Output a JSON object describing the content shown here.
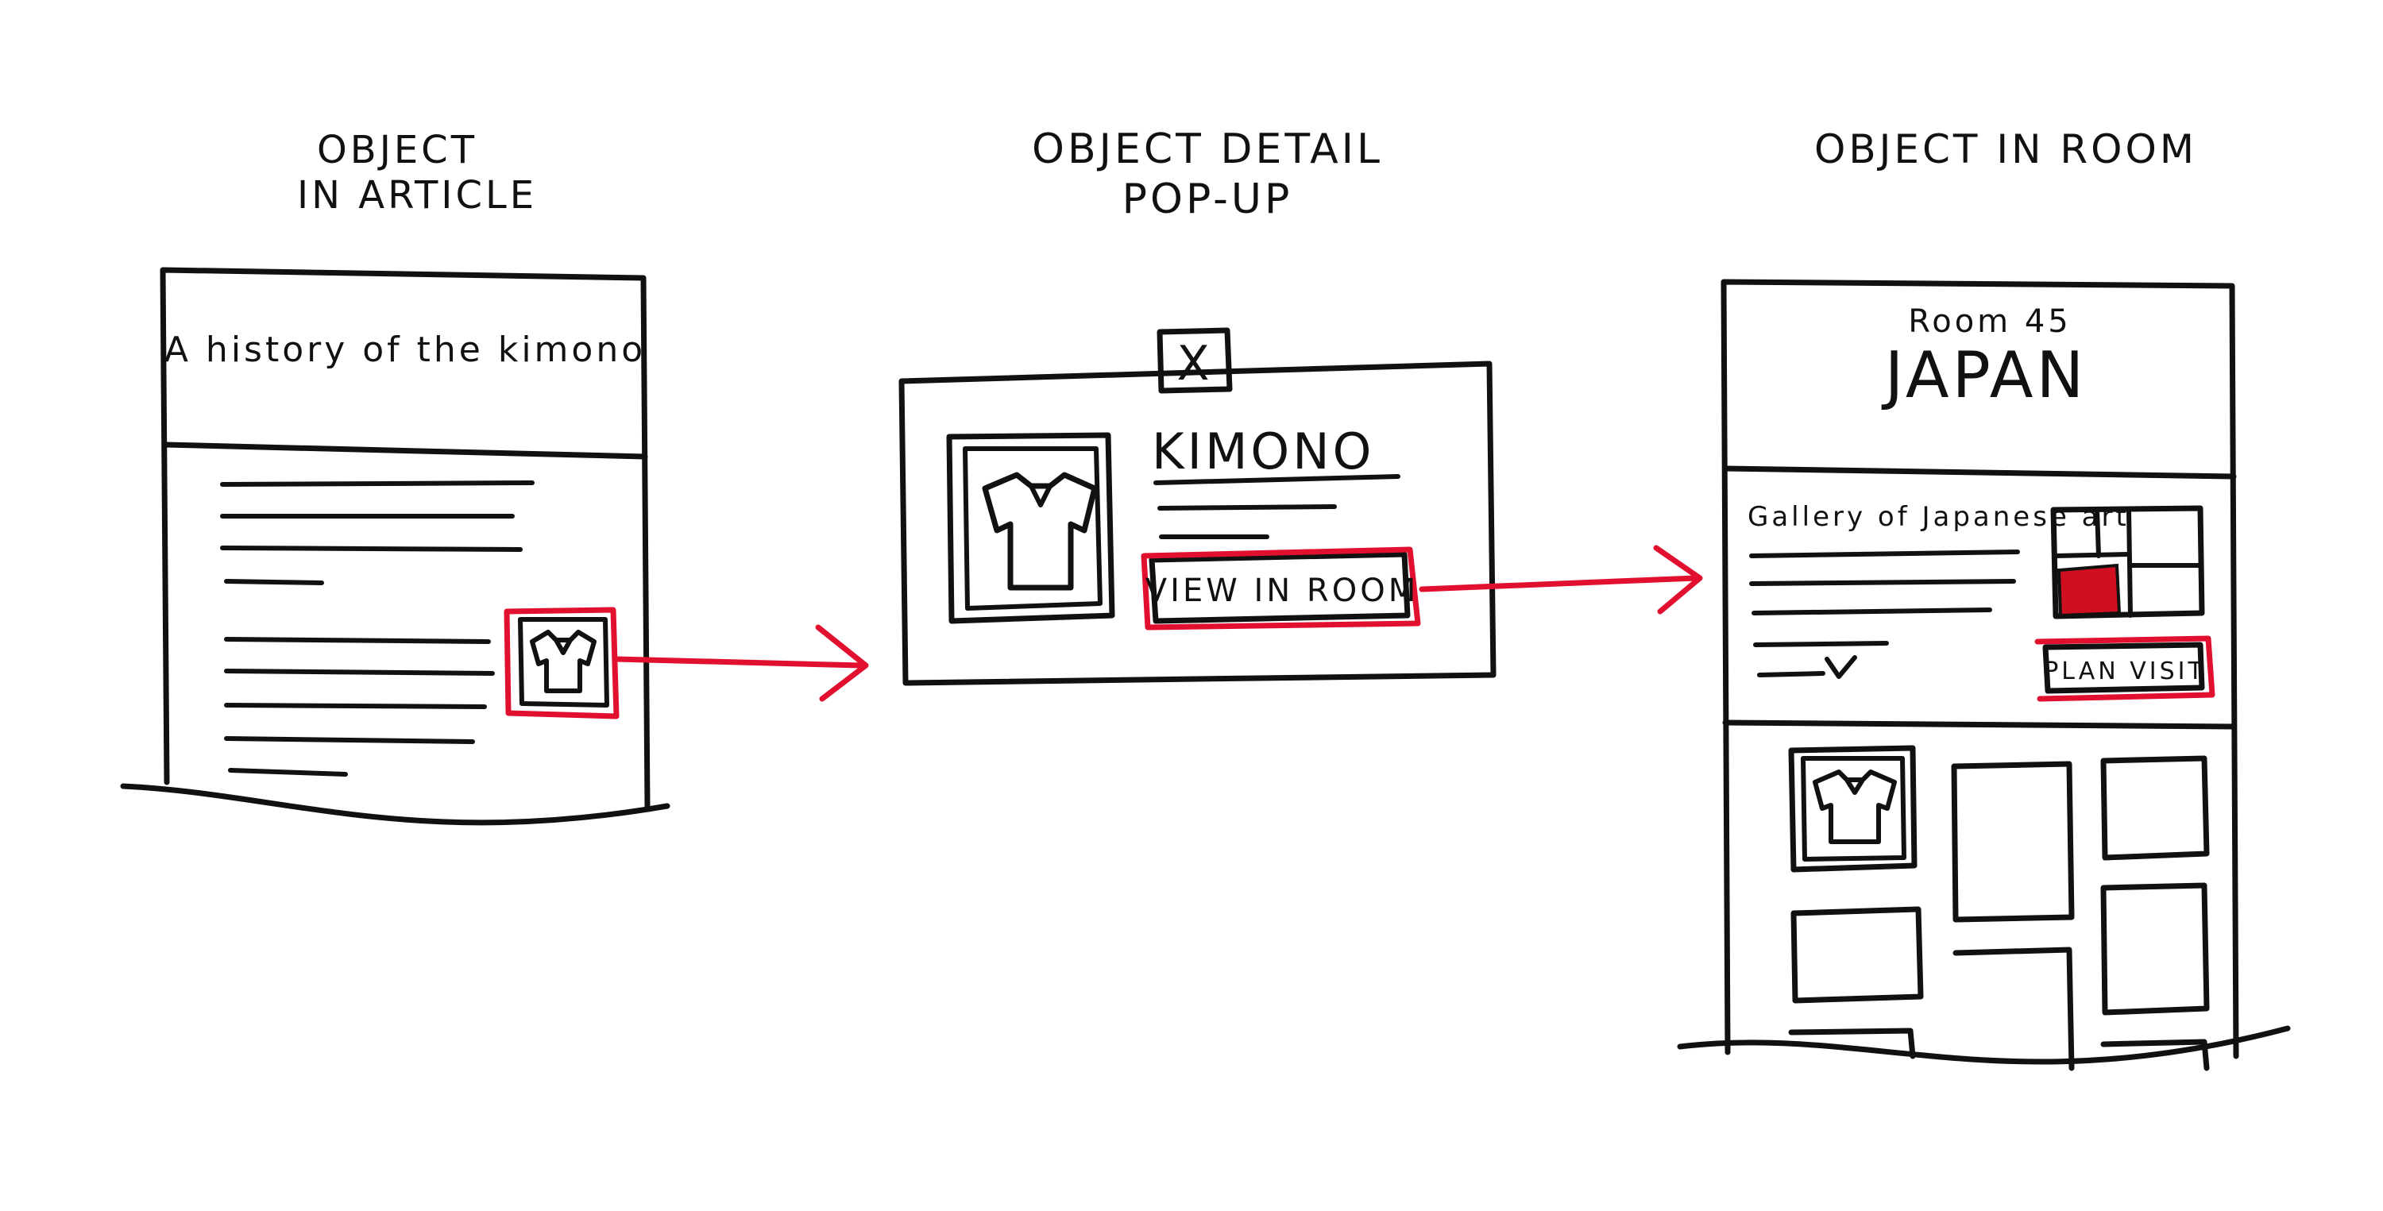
{
  "panels": {
    "article": {
      "heading_line1": "OBJECT",
      "heading_line2": "IN ARTICLE",
      "title": "A history of the kimono"
    },
    "popup": {
      "heading_line1": "OBJECT DETAIL",
      "heading_line2": "POP-UP",
      "close_glyph": "X",
      "object_name": "KIMONO",
      "button_label": "VIEW IN ROOM"
    },
    "room": {
      "heading": "OBJECT IN ROOM",
      "room_number": "Room 45",
      "room_name": "JAPAN",
      "gallery_label": "Gallery of Japanese art",
      "button_label": "PLAN VISIT"
    }
  },
  "colors": {
    "ink": "#111111",
    "accent": "#e0102e"
  },
  "icons": [
    "kimono-icon",
    "close-icon",
    "arrow-right-icon",
    "chevron-down-icon",
    "floor-plan-icon"
  ]
}
